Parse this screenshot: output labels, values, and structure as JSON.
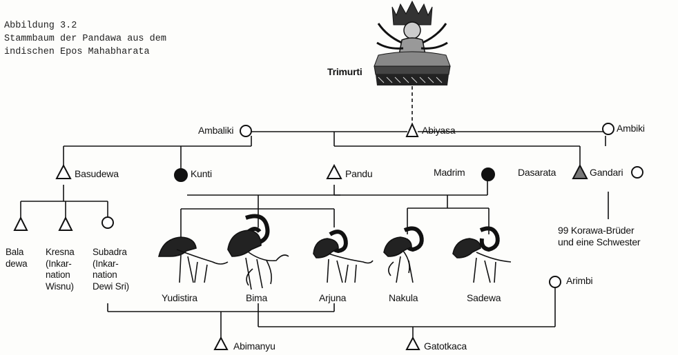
{
  "caption": {
    "line1": "Abbildung 3.2",
    "line2": "Stammbaum der Pandawa aus dem",
    "line3": "indischen Epos Mahabharata"
  },
  "nodes": {
    "trimurti": "Trimurti",
    "ambaliki": "Ambaliki",
    "abiyasa": "Abiyasa",
    "ambiki": "Ambiki",
    "basudewa": "Basudewa",
    "kunti": "Kunti",
    "pandu": "Pandu",
    "madrim": "Madrim",
    "dasarata": "Dasarata",
    "gandari": "Gandari",
    "korawa_line1": "99 Korawa-Brüder",
    "korawa_line2": "und eine Schwester",
    "bala_1": "Bala",
    "bala_2": "dewa",
    "kresna_1": "Kresna",
    "kresna_2": "(Inkar-",
    "kresna_3": "nation",
    "kresna_4": "Wisnu)",
    "subadra_1": "Subadra",
    "subadra_2": "(Inkar-",
    "subadra_3": "nation",
    "subadra_4": "Dewi Sri)",
    "yudistira": "Yudistira",
    "bima": "Bima",
    "arjuna": "Arjuna",
    "nakula": "Nakula",
    "sadewa": "Sadewa",
    "arimbi": "Arimbi",
    "abimanyu": "Abimanyu",
    "gatotkaca": "Gatotkaca"
  }
}
